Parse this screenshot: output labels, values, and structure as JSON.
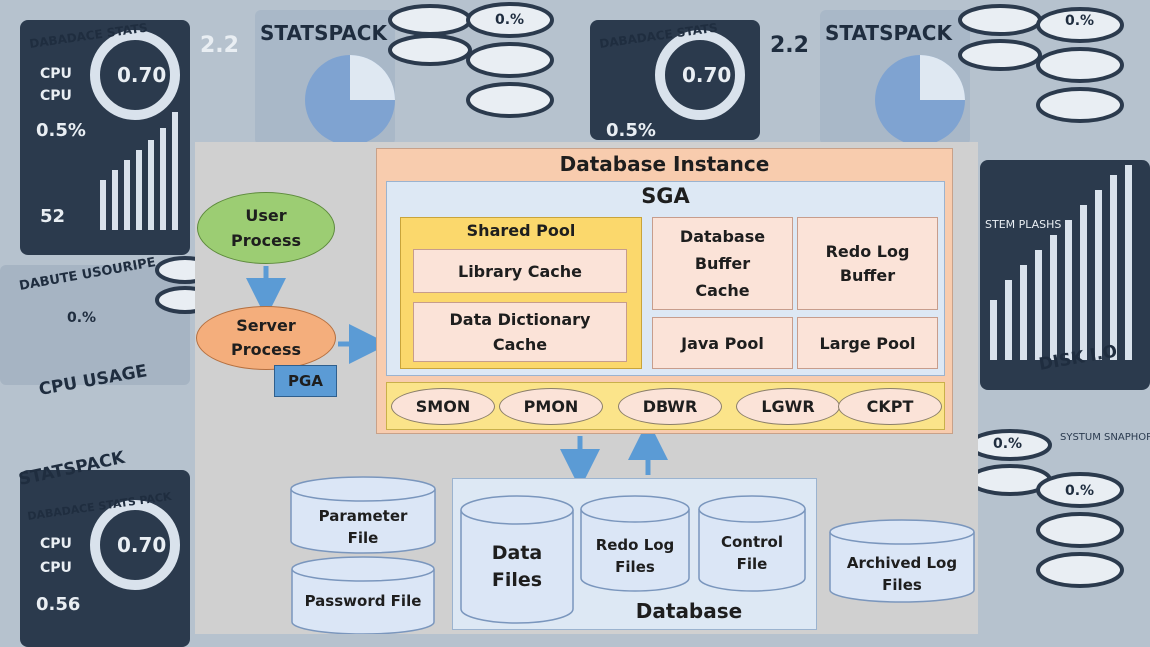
{
  "background": {
    "labels": [
      "DABADACE STATS",
      "STATSPACK",
      "DABUTE USOURIPE",
      "CPU USAGE",
      "STATSPACK",
      "DABADACE STATS PACK",
      "DABADACE STATS",
      "STATSPACK",
      "STEM PLASHS",
      "DISK I.O",
      "SYSTUM SNAPHOPS"
    ],
    "gauges": [
      "0.70",
      "0.%",
      "0.%",
      "0.%",
      "0.70",
      "0.70",
      "0.%",
      "0.%"
    ],
    "stats": [
      "CPU",
      "CPU",
      "0.5%",
      "2.2",
      "52",
      "CPU",
      "CPU",
      "0.56",
      "2.2",
      "0.5%"
    ]
  },
  "diagram": {
    "instance_title": "Database Instance",
    "sga_title": "SGA",
    "shared_pool": "Shared Pool",
    "library_cache": "Library Cache",
    "data_dictionary_cache": "Data Dictionary Cache",
    "db_buffer_cache": "Database Buffer Cache",
    "redo_log_buffer": "Redo Log Buffer",
    "java_pool": "Java Pool",
    "large_pool": "Large Pool",
    "processes": [
      "SMON",
      "PMON",
      "DBWR",
      "LGWR",
      "CKPT"
    ],
    "user_process": "User Process",
    "server_process": "Server Process",
    "pga": "PGA",
    "parameter_file": "Parameter File",
    "password_file": "Password File",
    "data_files": "Data Files",
    "redo_log_files": "Redo Log Files",
    "control_file": "Control File",
    "database_label": "Database",
    "archived_log_files": "Archived Log Files"
  },
  "colors": {
    "instance_fill": "#f8ccae",
    "sga_fill": "#dde8f4",
    "shared_pool_fill": "#fbd86c",
    "memory_fill": "#fbe3d8",
    "process_strip": "#fbe48a",
    "user_process": "#9ccd73",
    "server_process": "#f4ae7c",
    "pga": "#5b9bd5",
    "cylinder": "#dbe6f6",
    "arrow": "#5b9bd5"
  }
}
